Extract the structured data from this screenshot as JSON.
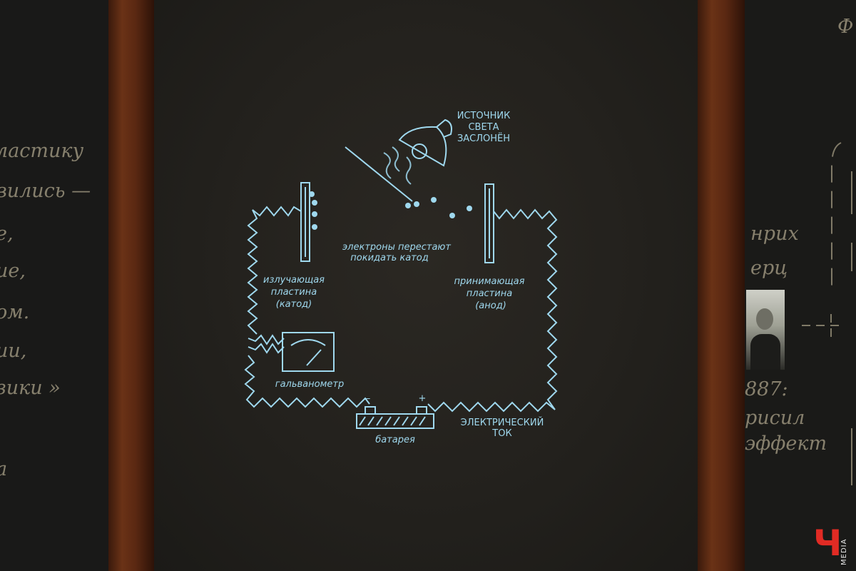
{
  "diagram": {
    "light_source_label": [
      "ИСТОЧНИК",
      "СВЕТА",
      "ЗАСЛОНЁН"
    ],
    "electrons_label": [
      "электроны перестают",
      "покидать катод"
    ],
    "cathode_label": [
      "излучающая",
      "пластина",
      "(катод)"
    ],
    "anode_label": [
      "принимающая",
      "пластина",
      "(анод)"
    ],
    "galvanometer_label": "гальванометр",
    "battery_label": "батарея",
    "battery_minus": "–",
    "battery_plus": "+",
    "current_label": [
      "ЭЛЕКТРИЧЕСКИЙ",
      "ТОК"
    ],
    "color": "#9fd8ee"
  },
  "left_board": {
    "lines": [
      "ластику",
      "вились —",
      "е,",
      "ие,",
      "ом.",
      "ии,",
      "зики »",
      "а"
    ]
  },
  "right_board": {
    "lines": [
      "Ф",
      "нрих",
      "ерц",
      "887:",
      "рисил",
      "эффект"
    ]
  },
  "logo": {
    "letter": "Ч",
    "word": "MEDIA",
    "color": "#e12b24"
  }
}
